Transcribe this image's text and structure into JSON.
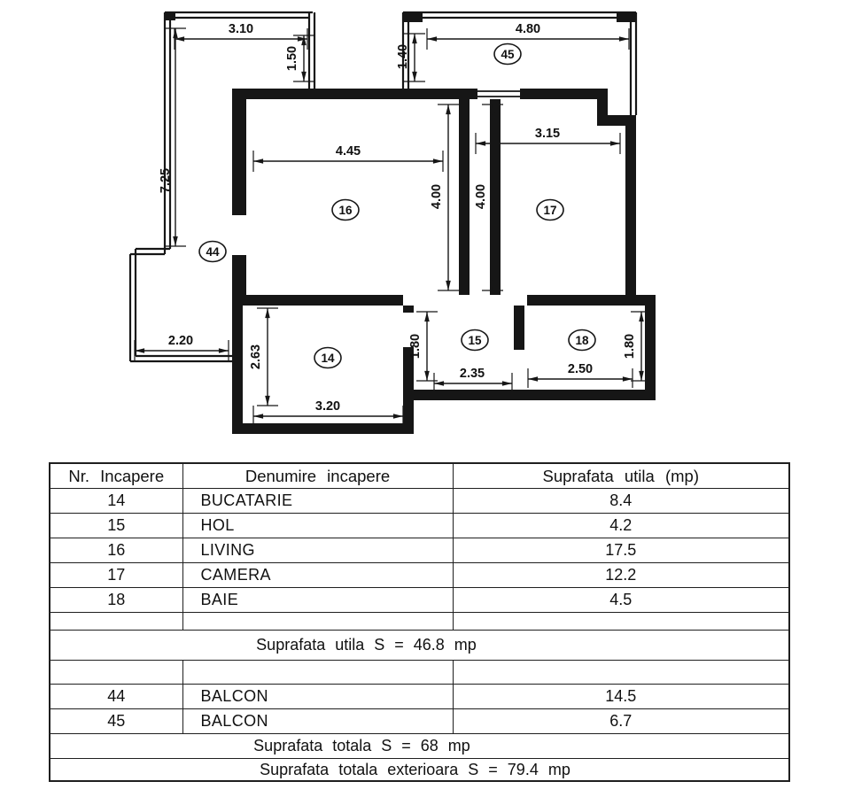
{
  "plan": {
    "room_labels": [
      "16",
      "17",
      "44",
      "45",
      "14",
      "15",
      "18"
    ],
    "dim_labels": [
      "3.10",
      "1.50",
      "4.80",
      "1.40",
      "7.25",
      "4.45",
      "4.00",
      "4.00",
      "3.15",
      "2.20",
      "2.63",
      "1.80",
      "2.35",
      "2.50",
      "1.80",
      "3.20"
    ]
  },
  "table": {
    "headers": [
      "Nr. Incapere",
      "Denumire incapere",
      "Suprafata utila (mp)"
    ],
    "rooms": [
      {
        "nr": "14",
        "name": "BUCATARIE",
        "area": "8.4"
      },
      {
        "nr": "15",
        "name": "HOL",
        "area": "4.2"
      },
      {
        "nr": "16",
        "name": "LIVING",
        "area": "17.5"
      },
      {
        "nr": "17",
        "name": "CAMERA",
        "area": "12.2"
      },
      {
        "nr": "18",
        "name": "BAIE",
        "area": "4.5"
      }
    ],
    "subtotal": "Suprafata utila S = 46.8 mp",
    "balconies": [
      {
        "nr": "44",
        "name": "BALCON",
        "area": "14.5"
      },
      {
        "nr": "45",
        "name": "BALCON",
        "area": "6.7"
      }
    ],
    "total": "Suprafata totala S = 68 mp",
    "total_exterior": "Suprafata totala exterioara S = 79.4 mp"
  }
}
